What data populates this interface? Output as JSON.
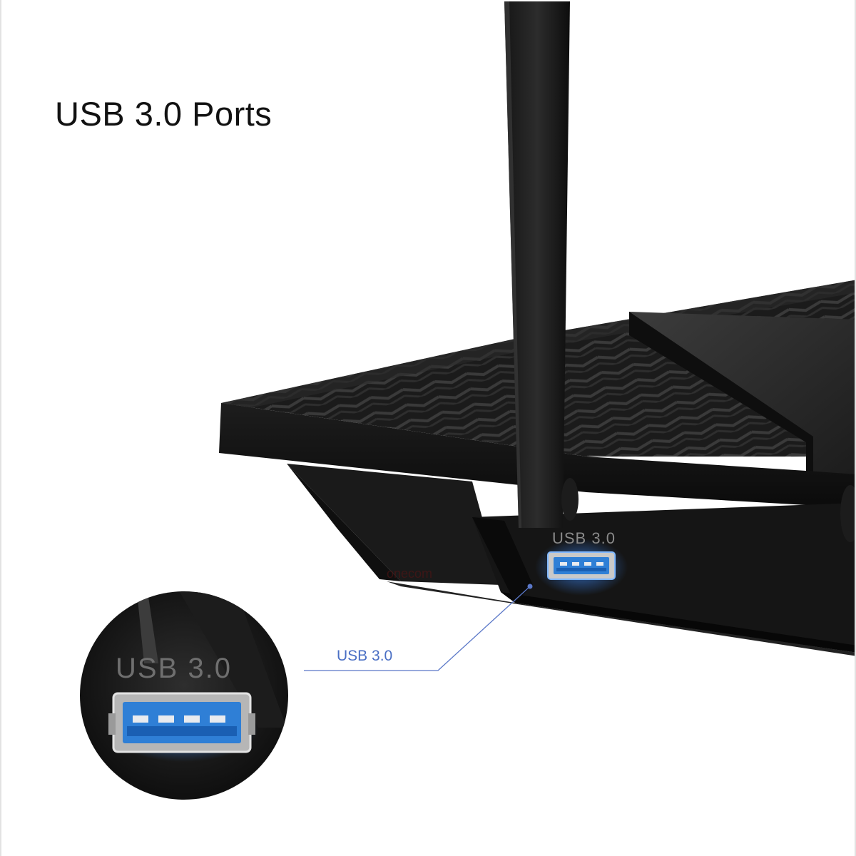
{
  "headline": "USB 3.0 Ports",
  "callout": {
    "label": "USB 3.0"
  },
  "port_caption": "USB 3.0",
  "zoom_caption": "USB 3.0",
  "watermark": "onecom",
  "colors": {
    "background": "#ffffff",
    "router_body": "#111111",
    "accent_line": "#5b78c8",
    "usb_blue": "#2f7fd6",
    "watermark": "#7a1a1a"
  }
}
